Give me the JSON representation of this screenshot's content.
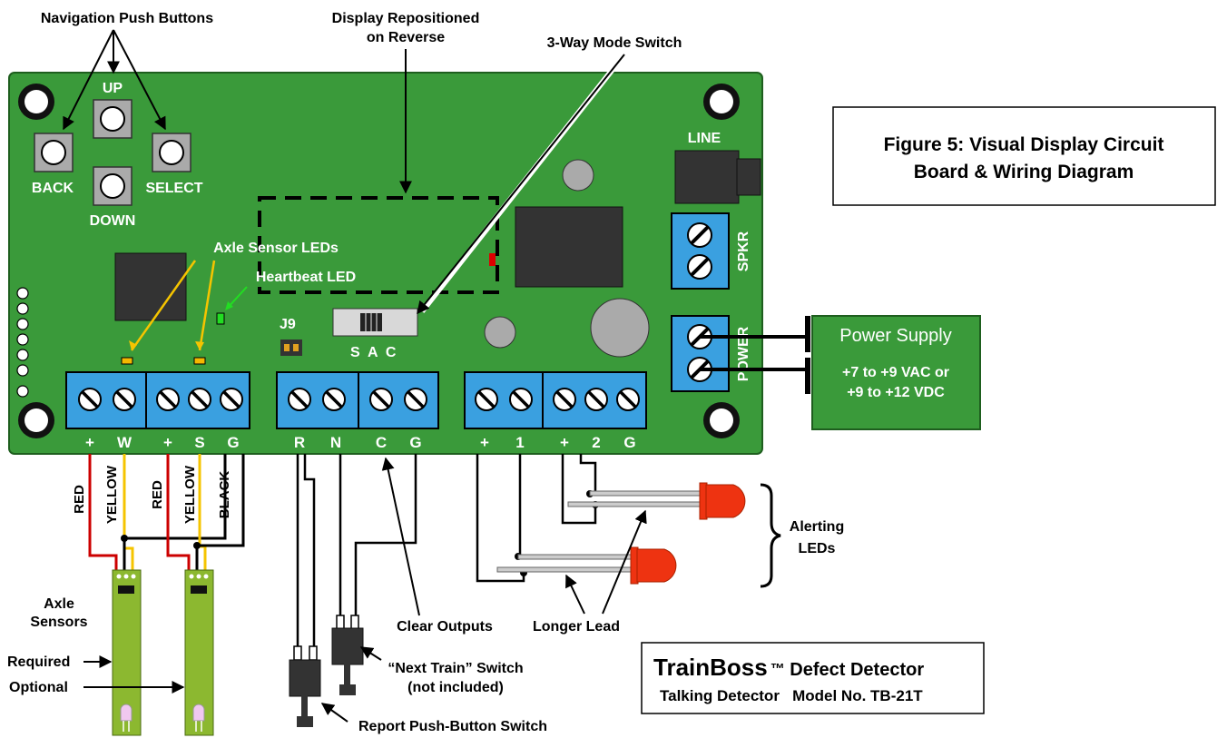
{
  "labels": {
    "nav_buttons": "Navigation Push Buttons",
    "display_line1": "Display Repositioned",
    "display_line2": "on Reverse",
    "mode_switch": "3-Way Mode Switch",
    "axle_leds": "Axle Sensor LEDs",
    "heartbeat": "Heartbeat LED",
    "j9": "J9",
    "mode_positions": "S  A  C",
    "clear_outputs": "Clear Outputs",
    "longer_lead": "Longer Lead",
    "alerting_line1": "Alerting",
    "alerting_line2": "LEDs",
    "axle_sensors_line1": "Axle",
    "axle_sensors_line2": "Sensors",
    "required": "Required",
    "optional": "Optional",
    "next_train_line1": "“Next Train” Switch",
    "next_train_line2": "(not included)",
    "report_switch": "Report Push-Button Switch"
  },
  "buttons": {
    "up": "UP",
    "back": "BACK",
    "select": "SELECT",
    "down": "DOWN"
  },
  "connectors": {
    "line": "LINE",
    "spkr": "SPKR",
    "power": "POWER"
  },
  "terminals": {
    "t1": "+",
    "t2": "W",
    "t3": "+",
    "t4": "S",
    "t5": "G",
    "t6": "R",
    "t7": "N",
    "t8": "C",
    "t9": "G",
    "t10": "+",
    "t11": "1",
    "t12": "+",
    "t13": "2",
    "t14": "G"
  },
  "wires": {
    "red1": "RED",
    "yellow1": "YELLOW",
    "red2": "RED",
    "yellow2": "YELLOW",
    "black": "BLACK"
  },
  "power_supply": {
    "title": "Power Supply",
    "line1": "+7 to +9 VAC or",
    "line2": "+9 to +12 VDC"
  },
  "figure": {
    "line1": "Figure 5:  Visual Display Circuit",
    "line2": "Board & Wiring Diagram"
  },
  "product": {
    "name": "TrainBoss",
    "tm": "™",
    "rest": " Defect Detector",
    "line2": "Talking Detector   Model No. TB-21T"
  },
  "colors": {
    "board": "#3a9a3a",
    "terminal_block": "#3aa0e0",
    "wire_red": "#cc0000",
    "wire_yellow": "#f5c400",
    "sensor": "#8cb830",
    "led_red": "#ee3311"
  }
}
